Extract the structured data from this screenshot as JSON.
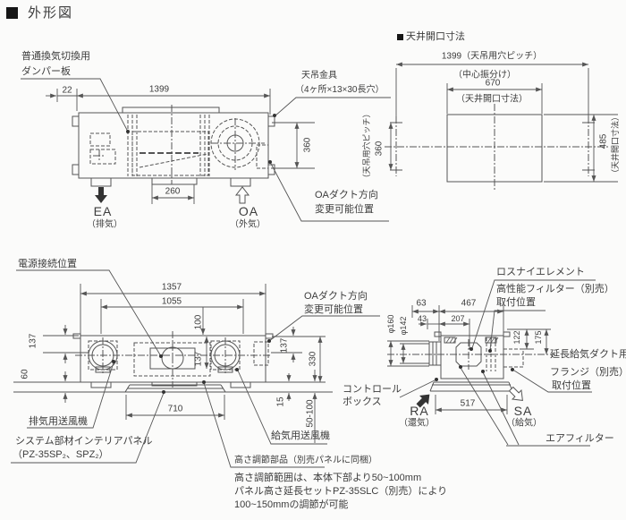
{
  "title": "外形図",
  "colors": {
    "line": "#555555",
    "text": "#3c3c3c",
    "bg": "#fbfbfa"
  },
  "top_view": {
    "damper_label_line1": "普通換気切換用",
    "damper_label_line2": "ダンパー板",
    "hanger_label_line1": "天吊金具",
    "hanger_label_line2": "（4ヶ所×13×30長穴）",
    "oa_duct_label_line1": "OAダクト方向",
    "oa_duct_label_line2": "変更可能位置",
    "dims": {
      "d22": "22",
      "d1399": "1399",
      "d260": "260",
      "d360": "360"
    },
    "ea": {
      "code": "EA",
      "name": "（排気）"
    },
    "oa": {
      "code": "OA",
      "name": "（外気）"
    }
  },
  "ceiling_view": {
    "header": "天井開口寸法",
    "dim_pitch": "1399（天吊用穴ピッチ）",
    "center_note": "（中心振分け）",
    "dim_670": "670",
    "opening_note": "（天井開口寸法）",
    "left_dim_note": "（天吊用穴ピッチ）",
    "left_dim": "360",
    "right_dim": "485",
    "right_dim_note": "（天井開口寸法）"
  },
  "bottom_view": {
    "power_label": "電源接続位置",
    "oa_duct_label_line1": "OAダクト方向",
    "oa_duct_label_line2": "変更可能位置",
    "exhaust_fan_label": "排気用送風機",
    "panel_label_line1": "システム部材インテリアパネル",
    "panel_label_line2": "（PZ-35SP₂、SPZ₂）",
    "supply_fan_label": "給気用送風機",
    "height_parts_label": "高さ調節部品（別売パネルに同梱）",
    "note_line1": "高さ調節範囲は、本体下部より50~100mm",
    "note_line2": "パネル高さ延長セットPZ-35SLC（別売）により",
    "note_line3": "100~150mmの調節が可能",
    "control_box_line1": "コントロール",
    "control_box_line2": "ボックス",
    "dims": {
      "d1357": "1357",
      "d1055": "1055",
      "d100": "100",
      "d137_inner": "137",
      "d137_left": "137",
      "d60": "60",
      "d137_right": "137",
      "d330": "330",
      "d15": "15",
      "d50_100": "50-100",
      "d710": "710"
    }
  },
  "side_view": {
    "lossnay_label": "ロスナイエレメント",
    "filter_label_line1": "高性能フィルター（別売）",
    "filter_label_line2": "取付位置",
    "flange_label_line1": "延長給気ダクト用",
    "flange_label_line2": "フランジ（別売）",
    "flange_label_line3": "取付位置",
    "air_filter_label": "エアフィルター",
    "ra": {
      "code": "RA",
      "name": "（還気）"
    },
    "sa": {
      "code": "SA",
      "name": "（給気）"
    },
    "dims": {
      "d63": "63",
      "d467": "467",
      "d43": "43",
      "d207": "207",
      "d160": "φ160",
      "d142": "φ142",
      "d122": "122",
      "d175": "175",
      "d517": "517"
    }
  }
}
